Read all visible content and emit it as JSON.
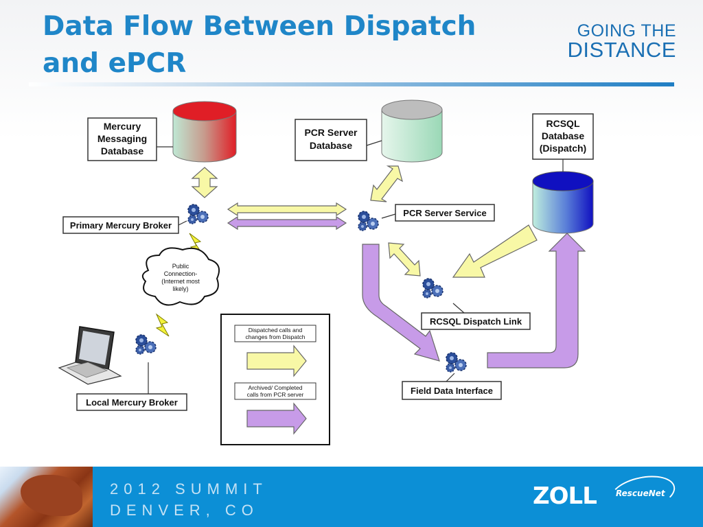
{
  "slide": {
    "title": "Data Flow Between Dispatch and ePCR",
    "tagline_line1": "GOING THE",
    "tagline_line2": "DISTANCE"
  },
  "diagram": {
    "nodes": {
      "mercury_db": [
        "Mercury",
        "Messaging",
        "Database"
      ],
      "pcr_db": [
        "PCR Server",
        "Database"
      ],
      "rcsql_db": [
        "RCSQL",
        "Database",
        "(Dispatch)"
      ],
      "primary_broker": "Primary Mercury Broker",
      "pcr_service": "PCR Server Service",
      "cloud": [
        "Public",
        "Connection-",
        "(Internet most",
        "likely)"
      ],
      "rcsql_link": "RCSQL Dispatch Link",
      "local_broker": "Local Mercury Broker",
      "field_interface": "Field Data Interface"
    },
    "legend": {
      "dispatched": [
        "Dispatched calls and",
        "changes from Dispatch"
      ],
      "archived": [
        "Archived/ Completed",
        "calls from PCR server"
      ]
    },
    "colors": {
      "dispatch_arrow": "#f8f8a6",
      "archive_arrow": "#c79be8",
      "mercury_db": "#e01e26",
      "pcr_db": "#c9ecd9",
      "rcsql_db": "#1010c0"
    }
  },
  "footer": {
    "line1": "2012 SUMMIT",
    "line2": "DENVER, CO",
    "brand": "ZOLL",
    "product": "RescueNet"
  }
}
